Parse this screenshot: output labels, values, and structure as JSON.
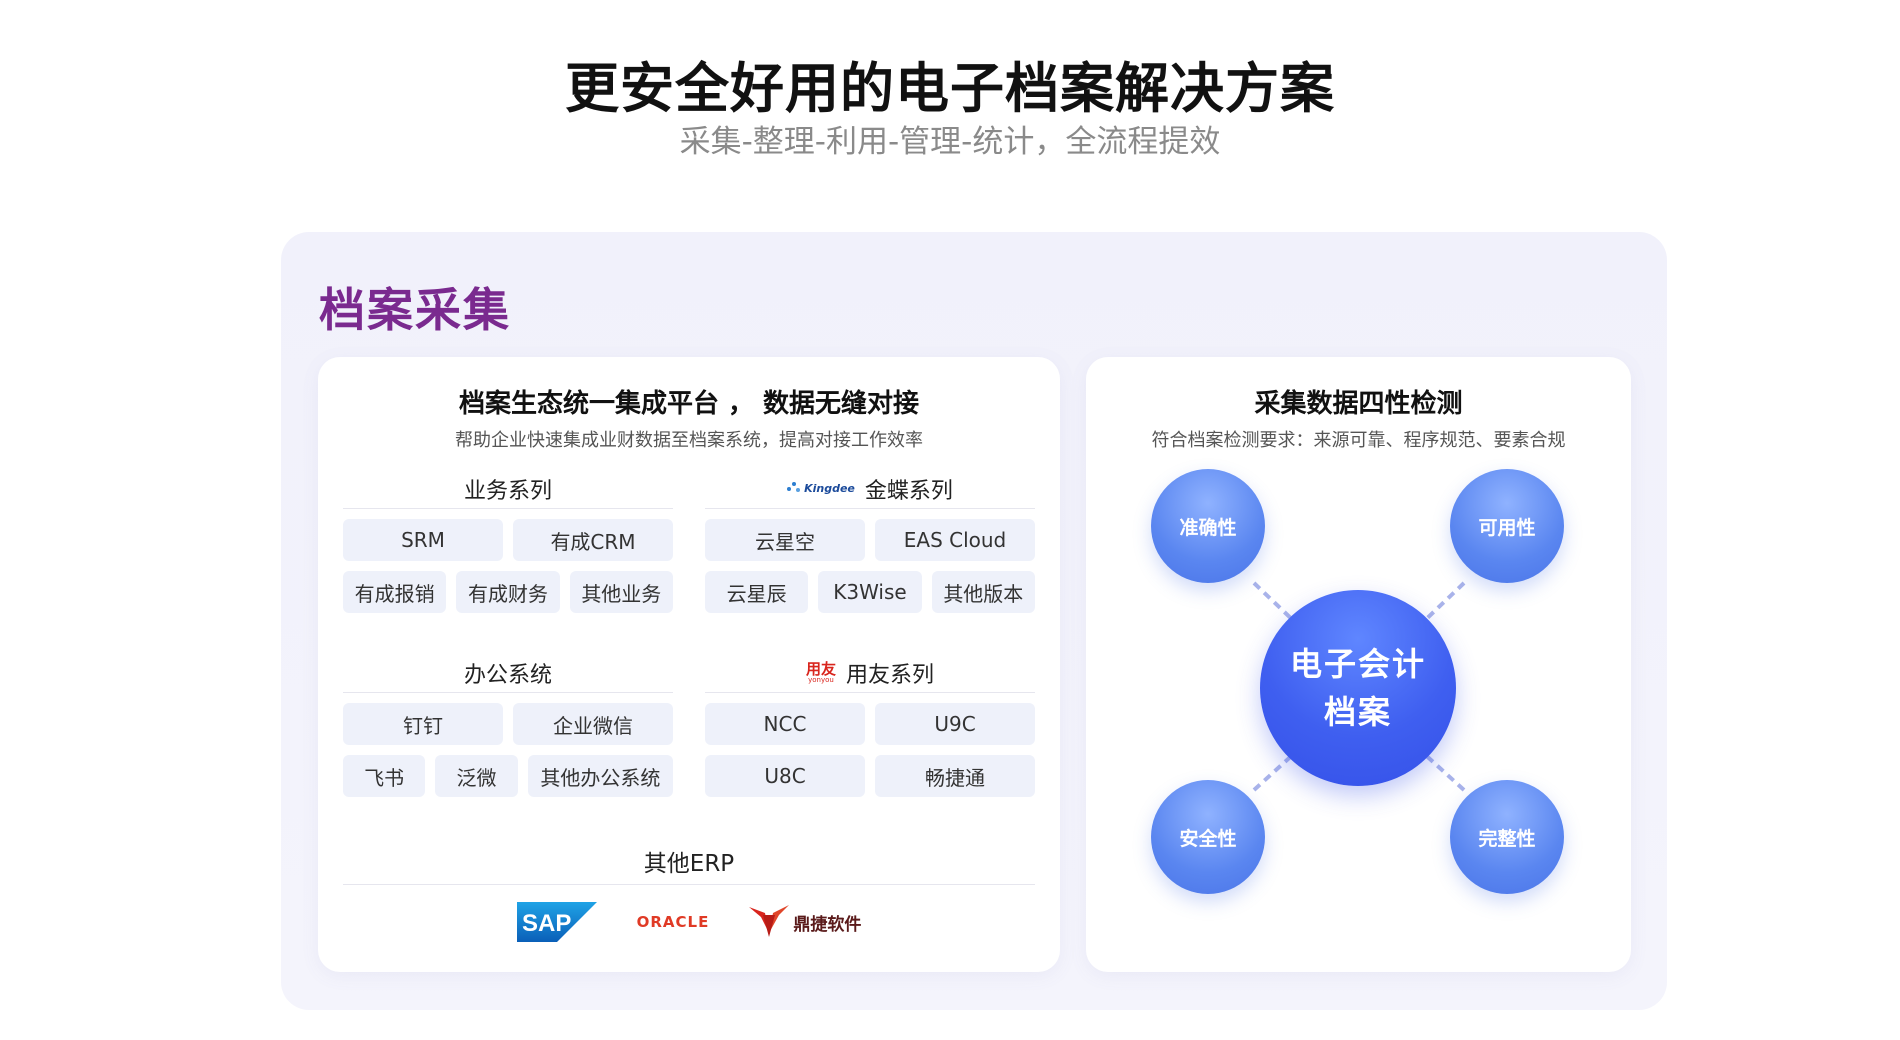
{
  "hero": {
    "title": "更安全好用的电子档案解决方案",
    "subtitle": "采集-整理-利用-管理-统计，全流程提效"
  },
  "section": {
    "title": "档案采集"
  },
  "left_card": {
    "title": "档案生态统一集成平台 ， 数据无缝对接",
    "subtitle": "帮助企业快速集成业财数据至档案系统，提高对接工作效率",
    "groups": {
      "business": {
        "label": "业务系列",
        "rows": [
          [
            "SRM",
            "有成CRM"
          ],
          [
            "有成报销",
            "有成财务",
            "其他业务"
          ]
        ]
      },
      "kingdee": {
        "label": "金蝶系列",
        "logo_text": "Kingdee",
        "rows": [
          [
            "云星空",
            "EAS Cloud"
          ],
          [
            "云星辰",
            "K3Wise",
            "其他版本"
          ]
        ]
      },
      "office": {
        "label": "办公系统",
        "rows": [
          [
            "钉钉",
            "企业微信"
          ],
          [
            "飞书",
            "泛微",
            "其他办公系统"
          ]
        ]
      },
      "yonyou": {
        "label": "用友系列",
        "logo_text": "用友",
        "logo_sub": "yonyou",
        "rows": [
          [
            "NCC",
            "U9C"
          ],
          [
            "U8C",
            "畅捷通"
          ]
        ]
      }
    },
    "other_erp": {
      "label": "其他ERP",
      "logos": {
        "sap": "SAP",
        "oracle": "ORACLE",
        "dingjie": "鼎捷软件"
      }
    }
  },
  "right_card": {
    "title": "采集数据四性检测",
    "subtitle": "符合档案检测要求：来源可靠、程序规范、要素合规",
    "center": "电子会计\n档案",
    "nodes": {
      "tl": "准确性",
      "tr": "可用性",
      "bl": "安全性",
      "br": "完整性"
    }
  },
  "colors": {
    "section_title": "#7a2a8f",
    "chip_bg": "#eef1fa",
    "node_blue": "#5a86f0",
    "center_blue": "#3f5ff0"
  }
}
